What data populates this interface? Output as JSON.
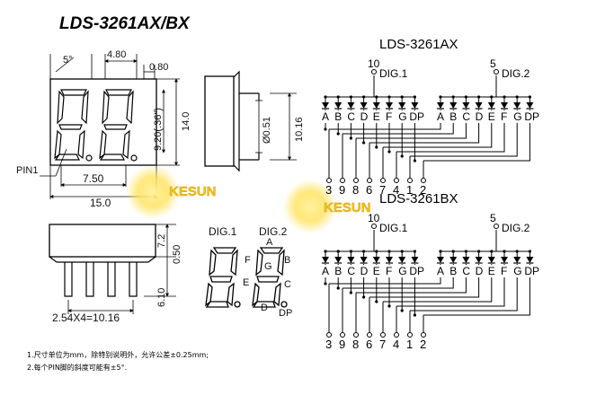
{
  "title": "LDS-3261AX/BX",
  "front_view": {
    "dim_top_5deg": "5°",
    "dim_4_80": "4.80",
    "dim_0_80": "0.80",
    "dim_9_20": "9.20(.36\")",
    "dim_14_0": "14.0",
    "dim_7_50": "7.50",
    "dim_15_0": "15.0",
    "pin1_label": "PIN1"
  },
  "side_view": {
    "dim_0_51": "Ø0.51",
    "dim_10_16": "10.16"
  },
  "bottom_view": {
    "dim_7_2": "7.2",
    "dim_0_50": "0.50",
    "dim_6_10": "6.10",
    "dim_pitch": "2.54X4=10.16"
  },
  "segment_diagram": {
    "dig1_label": "DIG.1",
    "dig2_label": "DIG.2",
    "segments": [
      "A",
      "F",
      "B",
      "G",
      "E",
      "C",
      "D",
      "DP"
    ]
  },
  "watermark": "KESUN",
  "circuit_ax": {
    "title": "LDS-3261AX",
    "dig1_pin": "10",
    "dig1_label": "DIG.1",
    "dig2_pin": "5",
    "dig2_label": "DIG.2",
    "segments": [
      "A",
      "B",
      "C",
      "D",
      "E",
      "F",
      "G",
      "DP"
    ],
    "pins": [
      "3",
      "9",
      "8",
      "6",
      "7",
      "4",
      "1",
      "2"
    ]
  },
  "circuit_bx": {
    "title": "LDS-3261BX",
    "dig1_pin": "10",
    "dig1_label": "DIG.1",
    "dig2_pin": "5",
    "dig2_label": "DIG.2",
    "segments": [
      "A",
      "B",
      "C",
      "D",
      "E",
      "F",
      "G",
      "DP"
    ],
    "pins": [
      "3",
      "9",
      "8",
      "6",
      "7",
      "4",
      "1",
      "2"
    ]
  },
  "notes": [
    "1.尺寸单位为mm，除特别说明外，允许公差±0.25mm;",
    "2.每个PIN脚的斜度可能有±5°."
  ]
}
